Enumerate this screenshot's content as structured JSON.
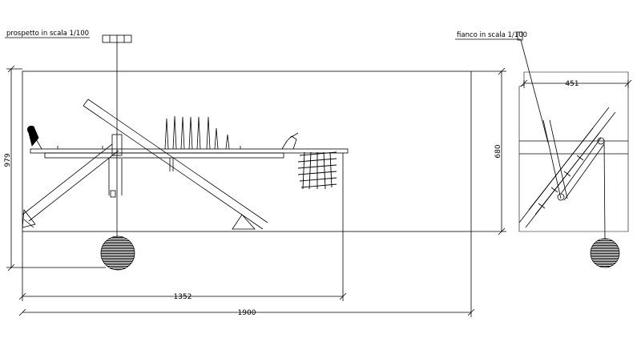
{
  "front_view": {
    "title": "prospetto in scala 1/100",
    "dim_height": "979",
    "dim_inner_width": "1352",
    "dim_total_width": "1900"
  },
  "side_view": {
    "title": "fianco in scala 1/100",
    "dim_depth": "451",
    "dim_height": "680"
  },
  "colors": {
    "line": "#000000",
    "background": "#ffffff"
  }
}
